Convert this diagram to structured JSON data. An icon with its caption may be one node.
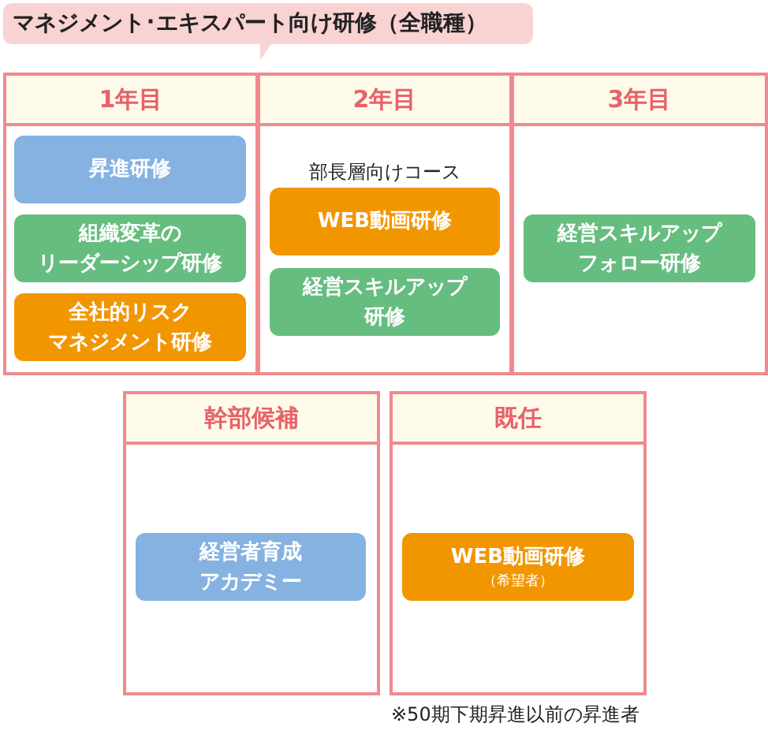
{
  "diagram": {
    "title": "マネジメント･エキスパート向け研修（全職種）",
    "nodes": [
      {
        "text": [
          "1年目"
        ]
      },
      {
        "text": [
          "昇進研修"
        ],
        "in": 0
      },
      {
        "text": [
          "組織変革のリーダーシップ研修"
        ],
        "in": 0
      },
      {
        "text": [
          "全社的リスクマネジメント研修"
        ],
        "in": 0
      },
      {
        "text": [
          "2年目"
        ]
      },
      {
        "text": [
          "WEB動画研修"
        ],
        "in": 4,
        "beside": [
          "部長層向けコース"
        ]
      },
      {
        "text": [
          "経営スキルアップ研修"
        ],
        "in": 4
      },
      {
        "text": [
          "3年目"
        ]
      },
      {
        "text": [
          "経営スキルアップフォロー研修"
        ],
        "in": 7
      },
      {
        "text": [
          "幹部候補"
        ]
      },
      {
        "text": [
          "経営者育成アカデミー"
        ],
        "in": 9
      },
      {
        "text": [
          "既任"
        ],
        "beside": [
          "※50期下期昇進以前の昇進者"
        ]
      },
      {
        "text": [
          "WEB動画研修",
          "（希望者）"
        ],
        "in": 11
      }
    ],
    "edges": []
  }
}
